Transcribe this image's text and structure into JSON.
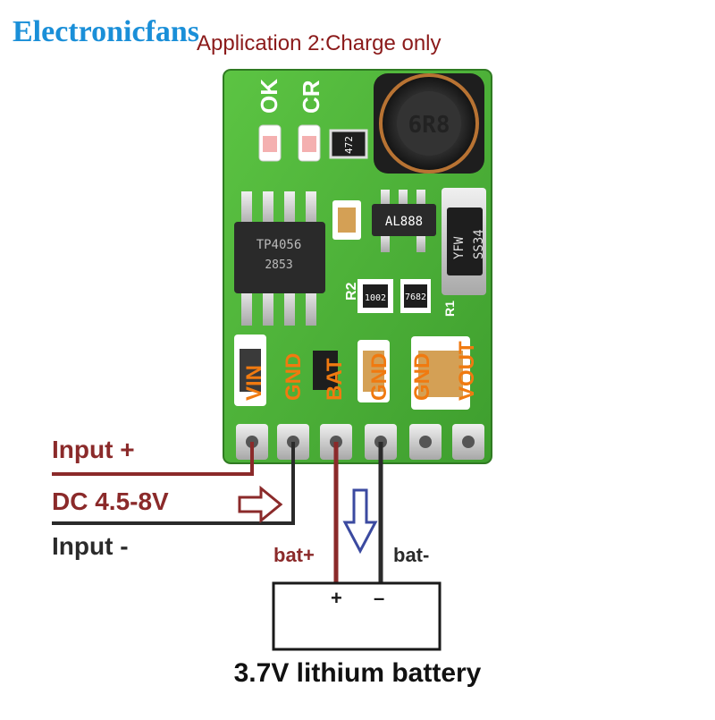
{
  "header": {
    "brand": "Electronicfans",
    "title": "Application 2:Charge only"
  },
  "board": {
    "led_labels": [
      "OK",
      "CR"
    ],
    "chips": {
      "main_ic": "TP4056",
      "main_ic_sub": "2853",
      "boost_ic": "AL888",
      "diode": "SS34",
      "diode_brand": "YFW",
      "inductor": "6R8",
      "res_472": "472",
      "res_1002": "1002",
      "res_7682": "7682"
    },
    "refs": {
      "r2": "R2",
      "r1": "R1"
    },
    "pin_labels": [
      "VIN",
      "GND",
      "BAT",
      "GND",
      "GND",
      "VOUT"
    ]
  },
  "wiring": {
    "input_plus": "Input +",
    "dc_range": "DC 4.5-8V",
    "input_minus": "Input -",
    "bat_plus": "bat+",
    "bat_minus": "bat-"
  },
  "battery": {
    "plus_symbol": "+",
    "minus_symbol": "–",
    "caption": "3.7V lithium battery"
  },
  "colors": {
    "brand": "#1a8fd8",
    "title": "#8b1a1a",
    "wire_red": "#8b2a2a",
    "wire_dark": "#2a2a2a",
    "pcb": "#4caf38",
    "pin_label": "#f07a10",
    "arrow_blue": "#3b4aa0"
  }
}
